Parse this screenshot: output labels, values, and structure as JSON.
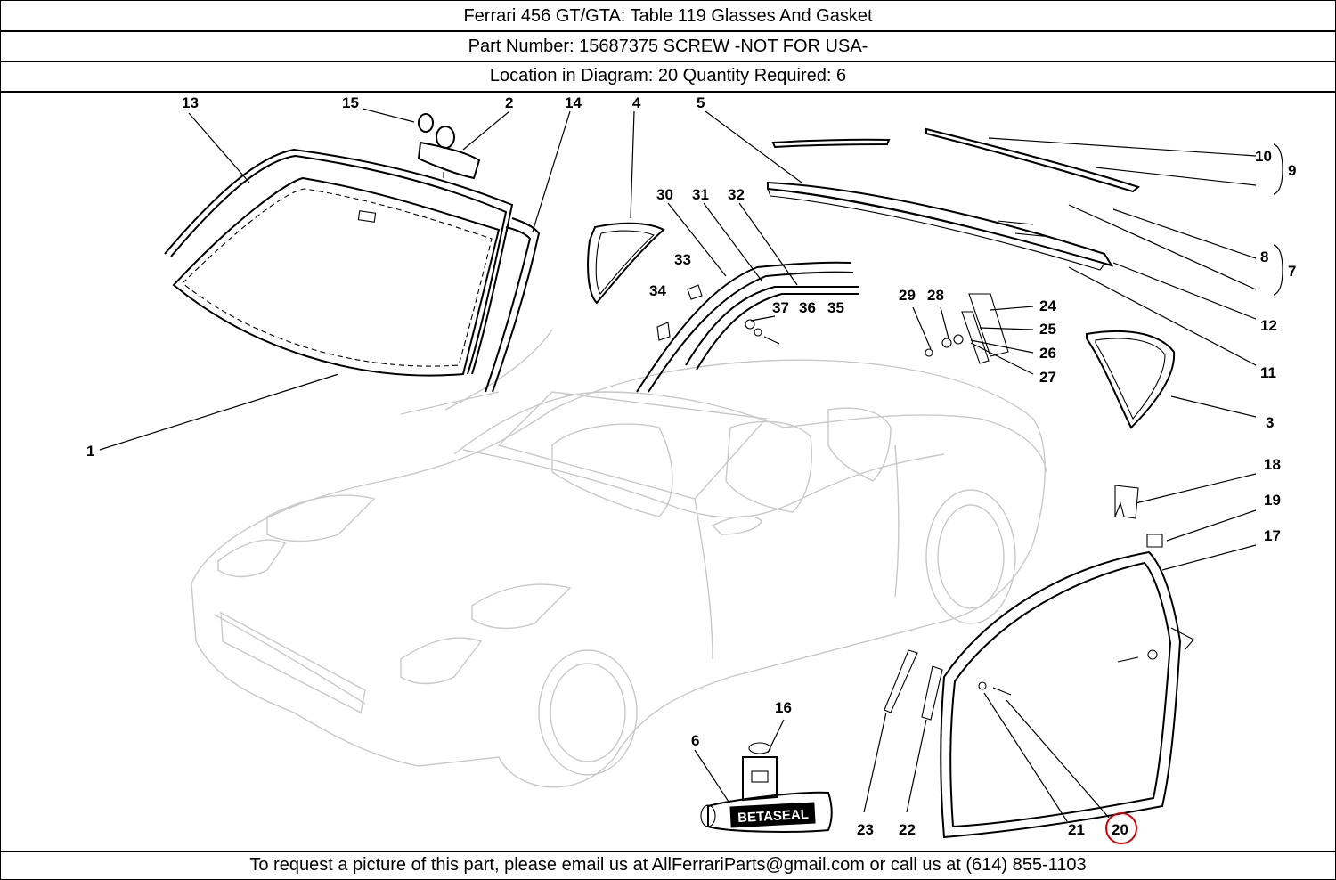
{
  "header": {
    "title": "Ferrari 456 GT/GTA:   Table 119 Glasses And Gasket",
    "part_line": "Part Number: 15687375   SCREW -NOT FOR USA-",
    "location_line": "Location in Diagram: 20   Quantity Required: 6"
  },
  "footer": {
    "text": "To request a picture of this part, please email us at AllFerrariParts@gmail.com or call us at (614) 855-1103"
  },
  "diagram": {
    "labels": [
      "13",
      "15",
      "2",
      "14",
      "4",
      "5",
      "10",
      "9",
      "8",
      "7",
      "12",
      "11",
      "3",
      "30",
      "31",
      "32",
      "33",
      "34",
      "37",
      "36",
      "35",
      "29",
      "28",
      "24",
      "25",
      "26",
      "27",
      "1",
      "18",
      "19",
      "17",
      "16",
      "6",
      "23",
      "22",
      "21",
      "20"
    ],
    "highlight_label": "20",
    "highlight_color": "#d40000",
    "product_text": "BETASEAL"
  }
}
